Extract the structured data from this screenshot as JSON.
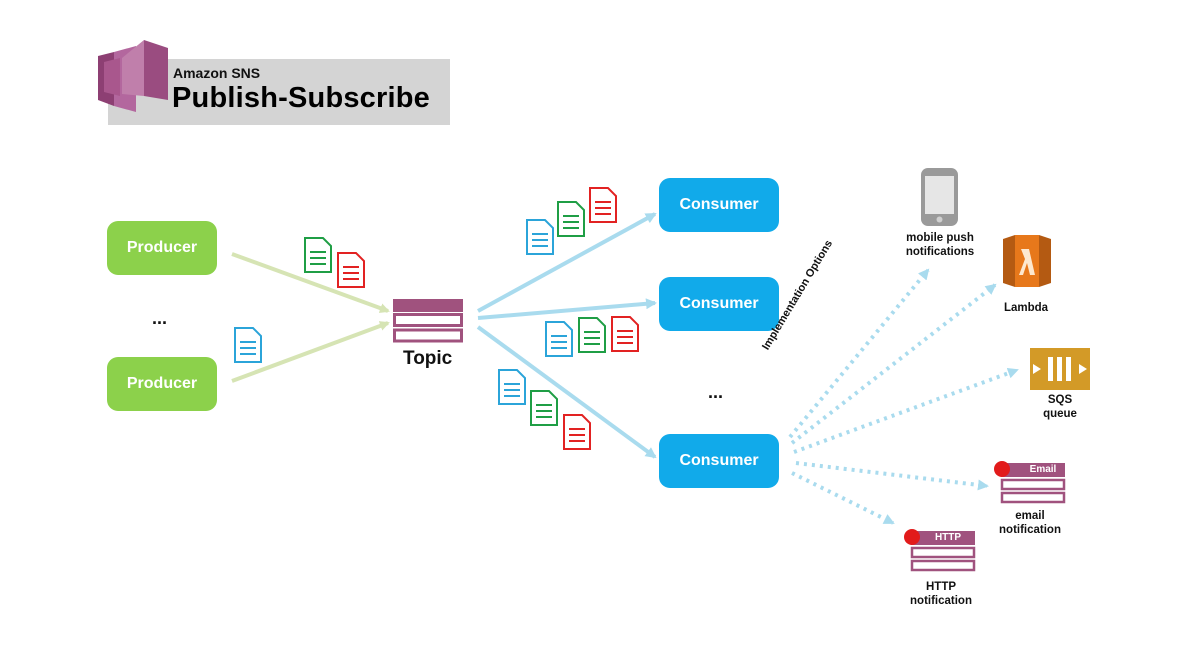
{
  "header": {
    "subtitle": "Amazon SNS",
    "title": "Publish-Subscribe"
  },
  "producers": [
    {
      "label": "Producer"
    },
    {
      "label": "Producer"
    }
  ],
  "producer_ellipsis": "...",
  "topic": {
    "label": "Topic"
  },
  "consumers": [
    {
      "label": "Consumer"
    },
    {
      "label": "Consumer"
    },
    {
      "label": "Consumer"
    }
  ],
  "consumer_ellipsis": "...",
  "implementation_label": "Implementation Options",
  "endpoints": {
    "mobile": {
      "label_line1": "mobile push",
      "label_line2": "notifications"
    },
    "lambda": {
      "label": "Lambda"
    },
    "sqs": {
      "label_line1": "SQS",
      "label_line2": "queue"
    },
    "email": {
      "badge": "Email",
      "label_line1": "email",
      "label_line2": "notification"
    },
    "http": {
      "badge": "HTTP",
      "label_line1": "HTTP",
      "label_line2": "notification"
    }
  },
  "colors": {
    "producer": "#8cd14b",
    "consumer": "#11aaea",
    "topic": "#a0527e",
    "doc_green": "#1f9e45",
    "doc_red": "#e22222",
    "doc_blue": "#2ba4d9",
    "producer_arrow": "#d6e4b4",
    "consumer_arrow": "#a9dbee",
    "lambda_orange": "#e7781b",
    "sqs_gold": "#d39a27"
  }
}
